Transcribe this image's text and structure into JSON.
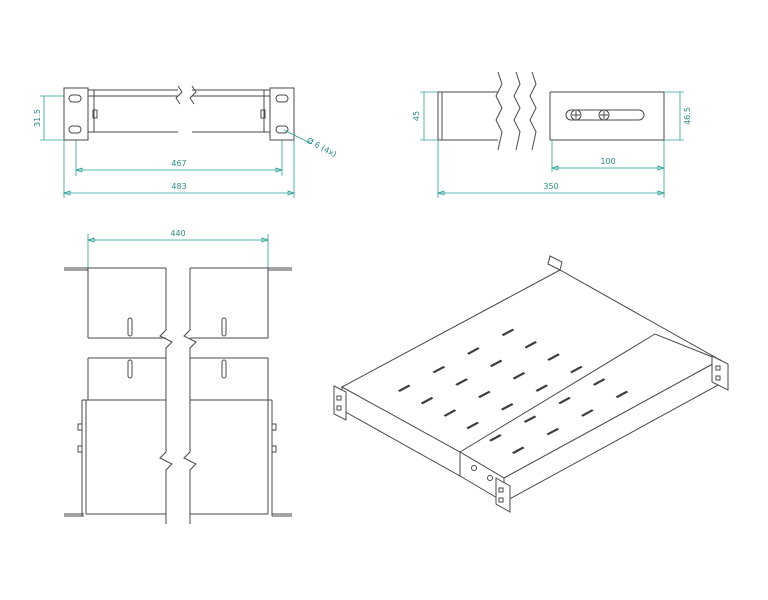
{
  "colors": {
    "line": "#4a4a4a",
    "dimension": "#2aa198"
  },
  "views": {
    "front": {
      "dim_width_inner": "467",
      "dim_width_outer": "483",
      "dim_height": "31.5",
      "hole_note": "Ø 6 (4x)"
    },
    "side": {
      "dim_height_left": "45",
      "dim_height_right": "46.5",
      "dim_slot": "100",
      "dim_depth": "350"
    },
    "top": {
      "dim_width": "440"
    },
    "iso": {}
  }
}
